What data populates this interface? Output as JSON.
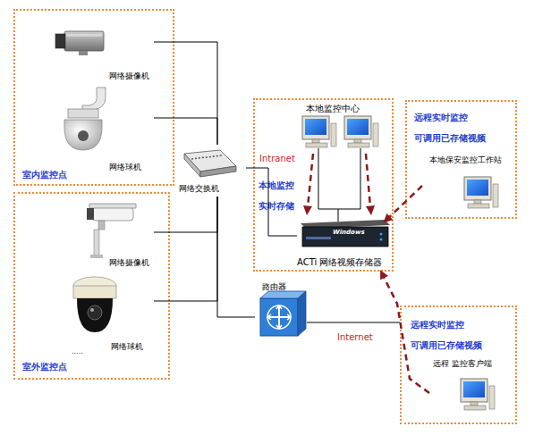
{
  "diagram": {
    "nodes": [
      {
        "text": [
          "室内监控点"
        ]
      },
      {
        "text": [
          "网络摄像机"
        ],
        "in": 0
      },
      {
        "text": [
          "网络球机"
        ],
        "in": 0
      },
      {
        "text": [
          "室外监控点"
        ]
      },
      {
        "text": [
          "网络摄像机"
        ],
        "in": 3
      },
      {
        "text": [
          "网络球机"
        ],
        "in": 3
      },
      {
        "text": [
          "网络交换机"
        ]
      },
      {
        "text": [
          "本地监控中心"
        ]
      },
      {
        "text": [
          "ACTi 网络视频存储器"
        ],
        "in": 7
      },
      {
        "text": [
          "路由器"
        ]
      },
      {
        "text": [
          "远程实时监控 可调用已存储视频"
        ]
      },
      {
        "text": [
          "本地保安监控工作站"
        ],
        "in": 10
      },
      {
        "text": [
          "远程实时监控 可调用已存储视频"
        ]
      },
      {
        "text": [
          "远程 监控客户端"
        ],
        "in": 12
      }
    ],
    "edges": [
      {
        "from": 1,
        "to": 6,
        "arrow": "none"
      },
      {
        "from": 2,
        "to": 6,
        "arrow": "none"
      },
      {
        "from": 4,
        "to": 6,
        "arrow": "none"
      },
      {
        "from": 5,
        "to": 6,
        "arrow": "none"
      },
      {
        "from": 6,
        "to": 8,
        "arrow": "none"
      },
      {
        "from": 6,
        "to": 9,
        "arrow": "none"
      },
      {
        "from": 9,
        "to": 12,
        "label": "Internet",
        "arrow": "none"
      },
      {
        "from": 11,
        "to": 8,
        "arrow": "to"
      },
      {
        "from": 13,
        "to": 8,
        "arrow": "to"
      }
    ],
    "labels": [
      "Intranet",
      "本地监控 实时存储",
      ".....",
      "Windows"
    ]
  }
}
